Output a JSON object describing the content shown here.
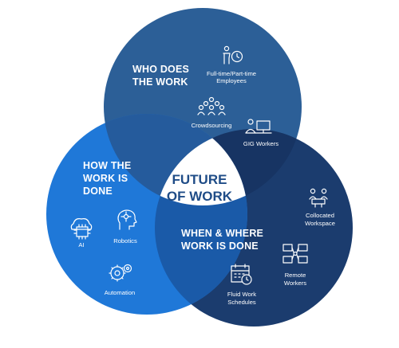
{
  "diagram": {
    "center": {
      "line1": "FUTURE",
      "line2": "OF WORK"
    },
    "top_circle": {
      "heading_line1": "WHO DOES",
      "heading_line2": "THE WORK",
      "items": [
        {
          "label_line1": "Full-time/Part-time",
          "label_line2": "Employees",
          "icon": "clock-person-icon"
        },
        {
          "label_line1": "Crowdsourcing",
          "label_line2": "",
          "icon": "crowd-icon"
        },
        {
          "label_line1": "GIG Workers",
          "label_line2": "",
          "icon": "desk-worker-icon"
        }
      ]
    },
    "left_circle": {
      "heading_line1": "HOW THE",
      "heading_line2": "WORK IS",
      "heading_line3": "DONE",
      "items": [
        {
          "label_line1": "AI",
          "label_line2": "",
          "icon": "ai-chip-icon"
        },
        {
          "label_line1": "Robotics",
          "label_line2": "",
          "icon": "robot-head-icon"
        },
        {
          "label_line1": "Automation",
          "label_line2": "",
          "icon": "gears-icon"
        }
      ]
    },
    "right_circle": {
      "heading_line1": "WHEN & WHERE",
      "heading_line2": "WORK IS DONE",
      "items": [
        {
          "label_line1": "Collocated",
          "label_line2": "Workspace",
          "icon": "meeting-icon"
        },
        {
          "label_line1": "Remote",
          "label_line2": "Workers",
          "icon": "remote-screens-icon"
        },
        {
          "label_line1": "Fluid Work",
          "label_line2": "Schedules",
          "icon": "calendar-clock-icon"
        }
      ]
    },
    "colors": {
      "top": "#2c5f97",
      "left": "#1f78d8",
      "right": "#1b3c6e",
      "overlap_top_left": "#255b9c",
      "overlap_top_right": "#173463",
      "overlap_left_right": "#1a5aa8",
      "center": "#ffffff",
      "center_text": "#1f4c87"
    }
  }
}
